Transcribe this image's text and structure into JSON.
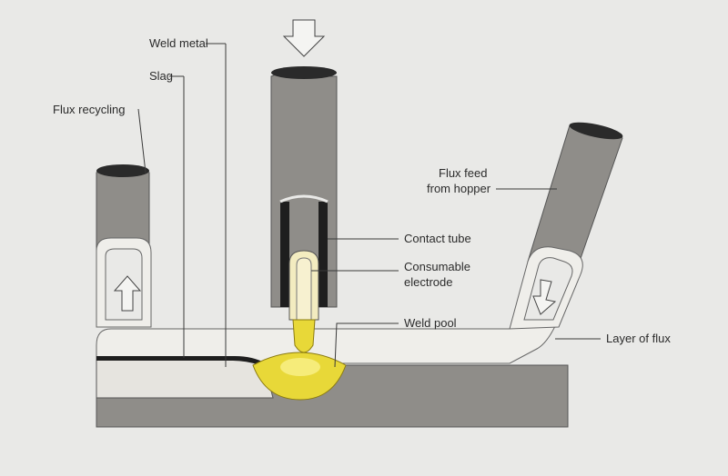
{
  "diagram": {
    "labels": {
      "weld_metal": "Weld metal",
      "slag": "Slag",
      "flux_recycling": "Flux recycling",
      "flux_feed_line1": "Flux feed",
      "flux_feed_line2": "from hopper",
      "contact_tube": "Contact tube",
      "consumable_line1": "Consumable",
      "consumable_line2": "electrode",
      "weld_pool": "Weld pool",
      "layer_of_flux": "Layer of flux"
    },
    "colors": {
      "background": "#e9e9e7",
      "pipe": "#8f8d89",
      "base_plate": "#8f8d89",
      "weld_metal": "#e6e4df",
      "slag": "#1e1e1e",
      "flux_layer": "#efeeea",
      "electrode": "#f3ecc0",
      "weld_pool": "#e8d838",
      "arrow": "#f4f4f2"
    }
  }
}
